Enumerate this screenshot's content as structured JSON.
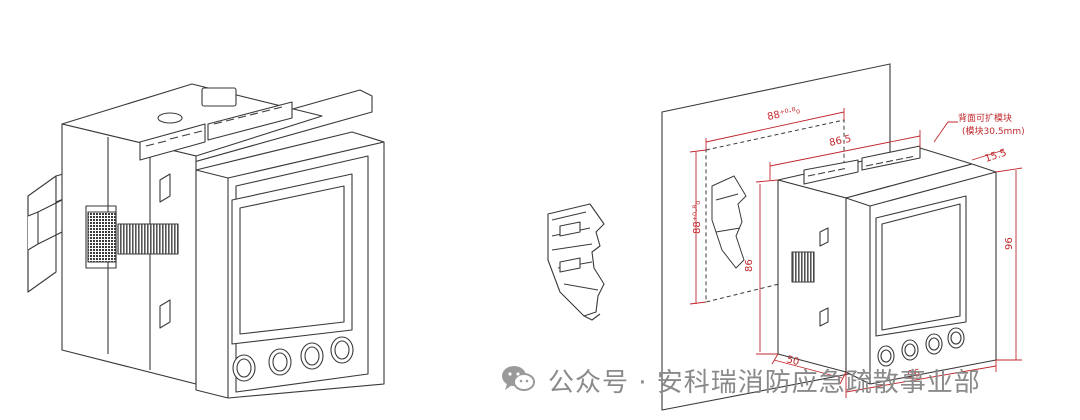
{
  "labels": {
    "dim_cutout_width": "88⁺⁰·⁸₀",
    "dim_depth_total": "86.5",
    "dim_cutout_height": "88⁺⁰·⁸₀",
    "dim_body_height": "86",
    "dim_front_height": "96",
    "dim_bezel_depth": "15.5",
    "dim_base_depth": "50",
    "dim_front_width": "96",
    "module_note_line1": "背面可扩模块",
    "module_note_line2": "(模块30.5mm)"
  },
  "watermark": {
    "text": "公众号 · 安科瑞消防应急疏散事业部",
    "icon": "wechat-icon"
  },
  "colors": {
    "line": "#3a3a3a",
    "dimension": "#c0282d",
    "watermark": "#8a8a8a"
  }
}
